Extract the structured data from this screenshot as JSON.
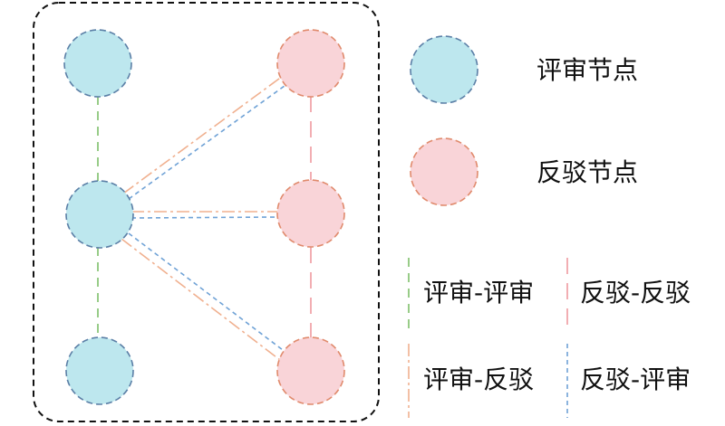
{
  "colors": {
    "review_fill": "#bde7ee",
    "review_stroke": "#5b7fa6",
    "rebut_fill": "#f9d4d8",
    "rebut_stroke": "#e08a6c",
    "green_edge": "#7fbf6a",
    "pink_edge": "#ee9aa0",
    "orange_edge": "#f0b08f",
    "blue_edge": "#6fa2d6",
    "frame": "#111111"
  },
  "legend": {
    "review_node_label": "评审节点",
    "rebut_node_label": "反驳节点",
    "review_review_label": "评审-评审",
    "rebut_rebut_label": "反驳-反驳",
    "review_rebut_label": "评审-反驳",
    "rebut_review_label": "反驳-评审"
  },
  "graph": {
    "nodes": [
      {
        "id": "review-top",
        "type": "review"
      },
      {
        "id": "review-mid",
        "type": "review"
      },
      {
        "id": "review-bottom",
        "type": "review"
      },
      {
        "id": "rebut-top",
        "type": "rebut"
      },
      {
        "id": "rebut-mid",
        "type": "rebut"
      },
      {
        "id": "rebut-bottom",
        "type": "rebut"
      }
    ],
    "edges": [
      {
        "from": "review-top",
        "to": "review-mid",
        "type": "review-review"
      },
      {
        "from": "review-mid",
        "to": "review-bottom",
        "type": "review-review"
      },
      {
        "from": "rebut-top",
        "to": "rebut-mid",
        "type": "rebut-rebut"
      },
      {
        "from": "rebut-mid",
        "to": "rebut-bottom",
        "type": "rebut-rebut"
      },
      {
        "from": "review-mid",
        "to": "rebut-top",
        "type": "review-rebut+rebut-review"
      },
      {
        "from": "review-mid",
        "to": "rebut-mid",
        "type": "review-rebut+rebut-review"
      },
      {
        "from": "review-mid",
        "to": "rebut-bottom",
        "type": "review-rebut+rebut-review"
      }
    ]
  }
}
